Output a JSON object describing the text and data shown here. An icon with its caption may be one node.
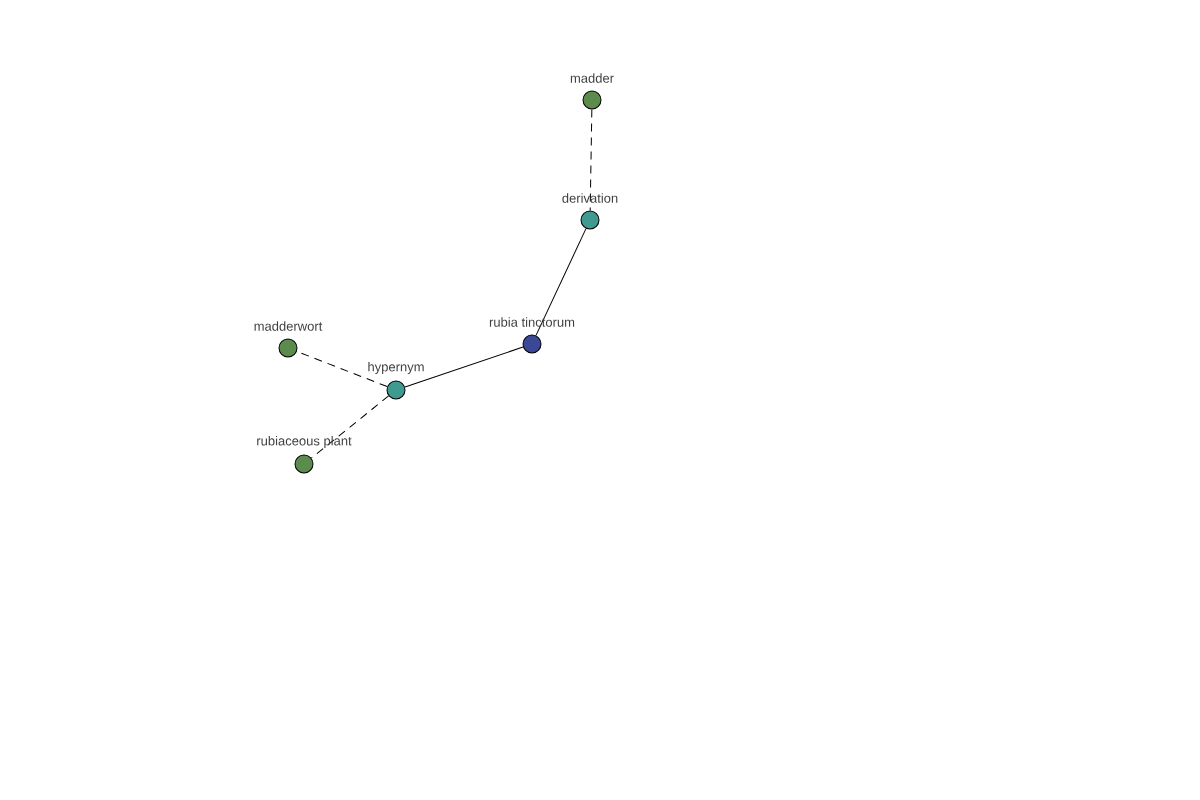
{
  "diagram": {
    "nodes": [
      {
        "text": [
          "madder"
        ]
      },
      {
        "text": [
          "derivation"
        ]
      },
      {
        "text": [
          "rubia tinctorum"
        ]
      },
      {
        "text": [
          "hypernym"
        ]
      },
      {
        "text": [
          "madderwort"
        ]
      },
      {
        "text": [
          "rubiaceous plant"
        ]
      }
    ],
    "edges": [
      {
        "from": 0,
        "to": 1,
        "arrow": "none",
        "style": "dashed"
      },
      {
        "from": 1,
        "to": 2,
        "arrow": "none"
      },
      {
        "from": 2,
        "to": 3,
        "arrow": "none"
      },
      {
        "from": 3,
        "to": 4,
        "arrow": "none",
        "style": "dashed"
      },
      {
        "from": 3,
        "to": 5,
        "arrow": "none",
        "style": "dashed"
      }
    ]
  }
}
